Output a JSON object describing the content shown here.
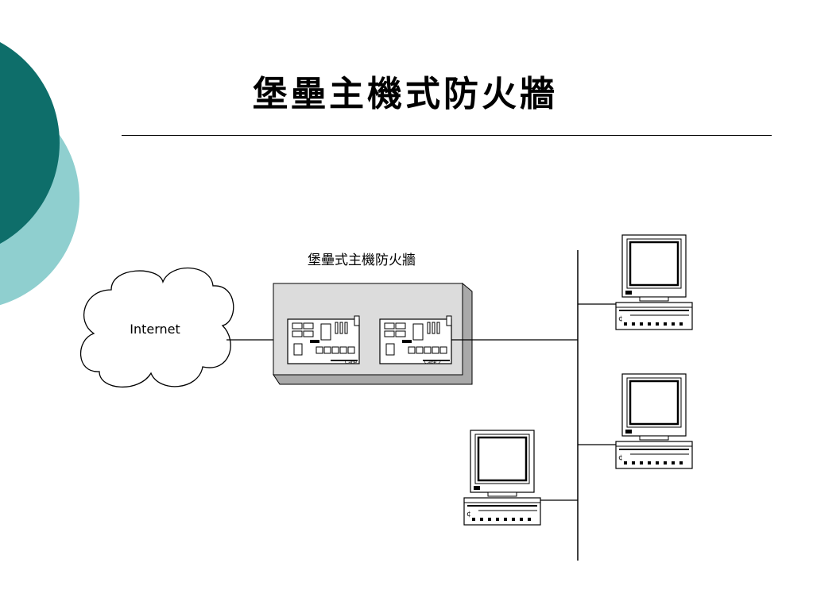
{
  "slide": {
    "title": "堡壘主機式防火牆"
  },
  "diagram": {
    "firewall_label": "堡壘式主機防火牆",
    "cloud_label": "Internet",
    "card_left_label": "Cabe",
    "card_right_label": "Cabe 2"
  },
  "colors": {
    "dark_teal": "#0e6e6a",
    "light_teal": "#8fcfcf",
    "firewall_box": "#dcdcdc"
  },
  "icons": [
    "cloud-icon",
    "network-card-icon",
    "computer-icon"
  ]
}
